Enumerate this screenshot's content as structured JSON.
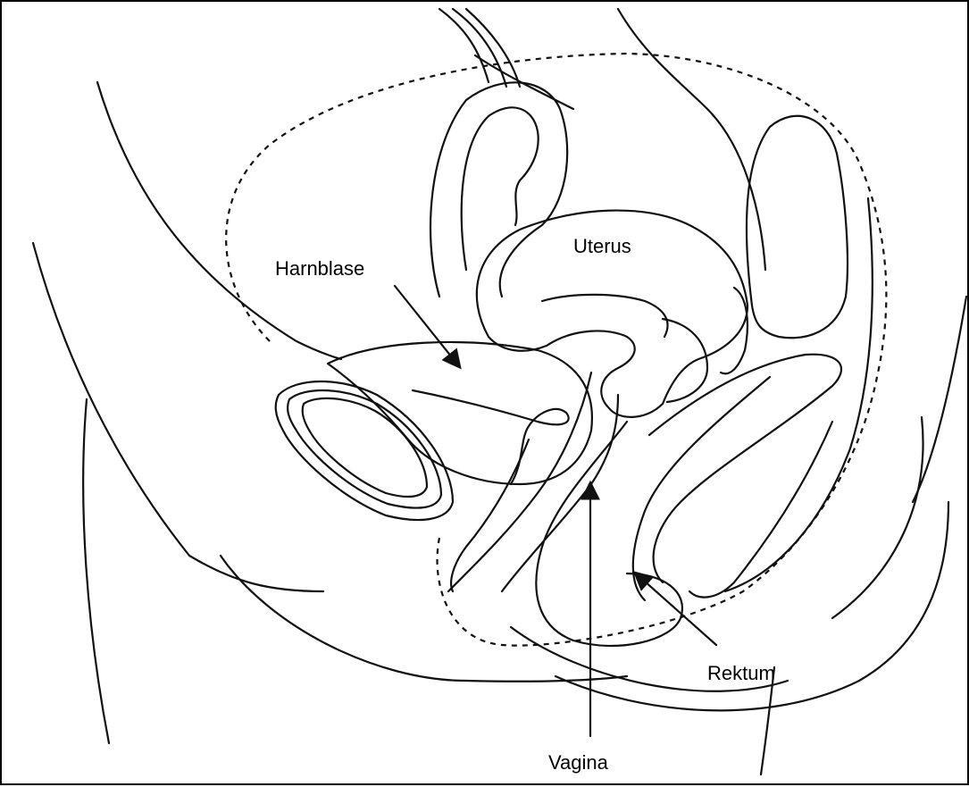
{
  "labels": {
    "uterus": "Uterus",
    "harnblase": "Harnblase",
    "rektum": "Rektum",
    "vagina": "Vagina"
  },
  "colors": {
    "line": "#111111",
    "background": "#ffffff"
  }
}
